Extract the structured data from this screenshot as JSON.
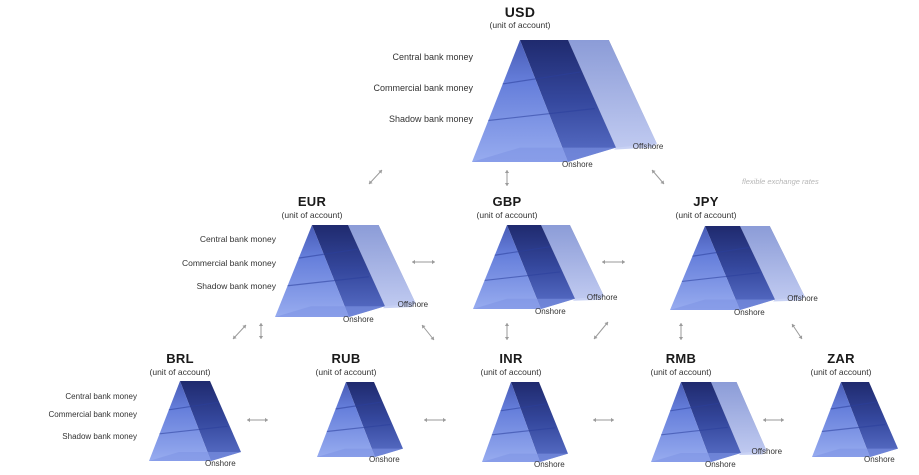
{
  "note": "flexible exchange rates",
  "layer_labels": [
    "Central bank money",
    "Commercial bank money",
    "Shadow bank money"
  ],
  "unit_label": "(unit of account)",
  "onshore_label": "Onshore",
  "offshore_label": "Offshore",
  "colors": {
    "onshore_front": "#6b86e0",
    "onshore_dark": "#2b3a8c",
    "offshore_front": "#aab8ee",
    "offshore_dark": "#6f78a8",
    "arrow": "#9a9a9a"
  },
  "currencies": [
    {
      "code": "USD",
      "tier": "top",
      "offshore": true,
      "layer_labels": true
    },
    {
      "code": "EUR",
      "tier": "middle",
      "offshore": true,
      "layer_labels": true
    },
    {
      "code": "GBP",
      "tier": "middle",
      "offshore": true,
      "layer_labels": false
    },
    {
      "code": "JPY",
      "tier": "middle",
      "offshore": true,
      "layer_labels": false
    },
    {
      "code": "BRL",
      "tier": "bottom",
      "offshore": false,
      "layer_labels": true
    },
    {
      "code": "RUB",
      "tier": "bottom",
      "offshore": false,
      "layer_labels": false
    },
    {
      "code": "INR",
      "tier": "bottom",
      "offshore": false,
      "layer_labels": false
    },
    {
      "code": "RMB",
      "tier": "bottom",
      "offshore": true,
      "layer_labels": false
    },
    {
      "code": "ZAR",
      "tier": "bottom",
      "offshore": false,
      "layer_labels": false
    }
  ]
}
